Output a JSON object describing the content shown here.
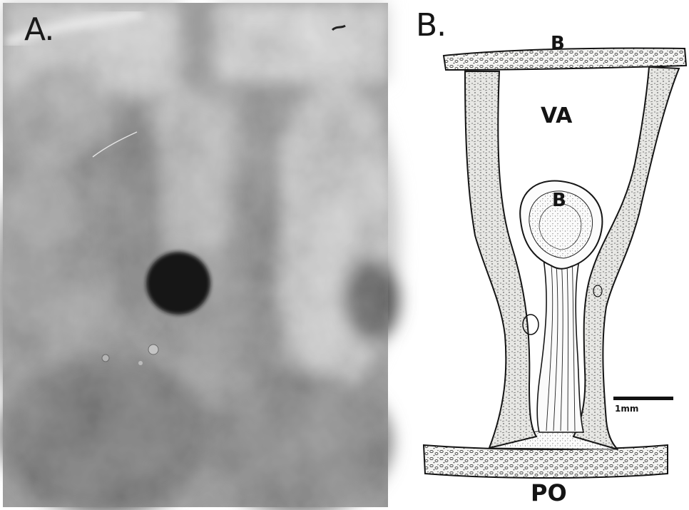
{
  "panels": {
    "a": {
      "letter": "A.",
      "kind": "black-and-white photograph"
    },
    "b": {
      "letter": "B.",
      "kind": "line drawing",
      "labels": {
        "top": "B",
        "upper_cavity": "VA",
        "inner_bud": "B",
        "bottom": "PO"
      },
      "scale_bar": {
        "label": "1mm"
      }
    }
  },
  "colors": {
    "ink": "#141414",
    "paper": "#ffffff",
    "photo_mid": "#8a8a8a",
    "photo_dark": "#161616"
  }
}
